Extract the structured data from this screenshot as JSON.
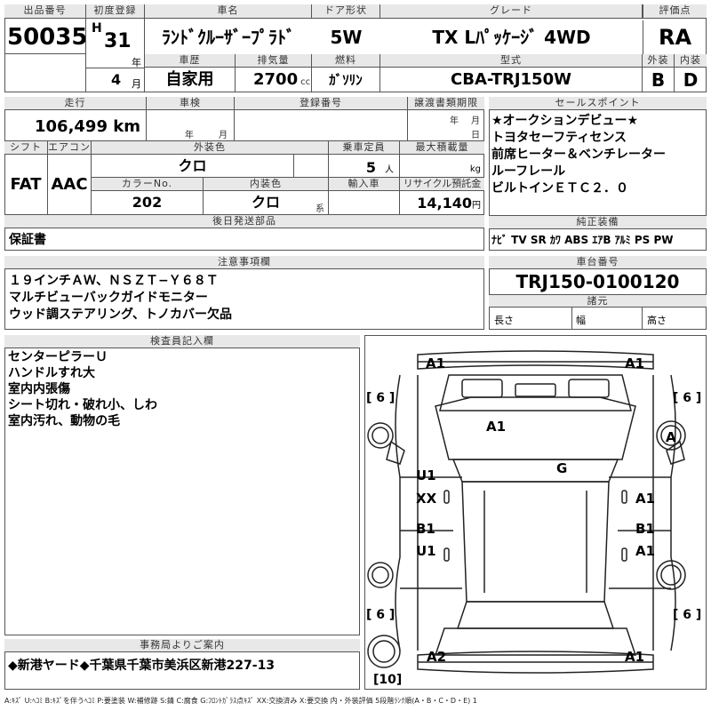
{
  "header": {
    "lot_label": "出品番号",
    "lot_value": "50035",
    "reg_label": "初度登録",
    "era": "H",
    "year": "31",
    "year_unit": "年",
    "month": "4",
    "month_unit": "月",
    "name_label": "車名",
    "name_value": "ﾗﾝﾄﾞｸﾙｰｻﾞｰﾌﾟﾗﾄﾞ",
    "door_label": "ドア形状",
    "door_value": "5W",
    "grade_label": "グレード",
    "grade_value": "TX Lﾊﾟｯｹｰｼﾞ 4WD",
    "score_label": "評価点",
    "score_value": "RA",
    "history_label": "車歴",
    "history_value": "自家用",
    "disp_label": "排気量",
    "disp_value": "2700",
    "disp_unit": "cc",
    "fuel_label": "燃料",
    "fuel_value": "ｶﾞｿﾘﾝ",
    "model_label": "型式",
    "model_value": "CBA-TRJ150W",
    "ext_label": "外装",
    "ext_value": "B",
    "int_label": "内装",
    "int_value": "D"
  },
  "row2": {
    "mileage_label": "走行",
    "mileage_value": "106,499",
    "mileage_unit": "km",
    "inspection_label": "車検",
    "insp_year": "年",
    "insp_month": "月",
    "regno_label": "登録番号",
    "transfer_label": "譲渡書類期限",
    "transfer_day": "日",
    "shift_label": "シフト",
    "shift_value": "FAT",
    "ac_label": "エアコン",
    "ac_value": "AAC",
    "color_label": "外装色",
    "color_value": "クロ",
    "capacity_label": "乗車定員",
    "capacity_value": "5",
    "capacity_unit": "人",
    "load_label": "最大積載量",
    "load_unit": "kg",
    "colorno_label": "カラーNo.",
    "colorno_value": "202",
    "intcolor_label": "内装色",
    "intcolor_value": "クロ",
    "intcolor_unit": "系",
    "import_label": "輸入車",
    "recycle_label": "リサイクル預託金",
    "recycle_value": "14,140",
    "recycle_unit": "円",
    "later_label": "後日発送部品",
    "later_value": "保証書"
  },
  "sales": {
    "label": "セールスポイント",
    "items": [
      "★オークションデビュー★",
      "トヨタセーフティセンス",
      "前席ヒーター＆ベンチレーター",
      "ルーフレール",
      "ビルトインＥＴＣ２．０"
    ]
  },
  "equip": {
    "label": "純正装備",
    "value": "ﾅﾋﾞ TV SR ｶﾜ ABS ｴｱB ｱﾙﾐ PS PW"
  },
  "notes": {
    "label": "注意事項欄",
    "items": [
      "１９インチＡＷ、ＮＳＺＴ−Ｙ６８Ｔ",
      "マルチビューバックガイドモニター",
      "ウッド調ステアリング、トノカバー欠品"
    ]
  },
  "chassis": {
    "label": "車台番号",
    "value": "TRJ150-0100120",
    "spec_label": "諸元",
    "len_label": "長さ",
    "wid_label": "幅",
    "hgt_label": "高さ"
  },
  "inspector": {
    "label": "検査員記入欄",
    "items": [
      "センターピラーＵ",
      "ハンドルすれ大",
      "室内内張傷",
      "シート切れ・破れ小、しわ",
      "室内汚れ、動物の毛"
    ]
  },
  "office": {
    "label": "事務局よりご案内",
    "value": "◆新港ヤード◆千葉県千葉市美浜区新港227-13"
  },
  "diagram": {
    "marks": {
      "fl": "A1",
      "fr": "A1",
      "hood": "A1",
      "roof": "G",
      "wheel_fr": "A",
      "ld1": "U1",
      "ld2": "XX",
      "lr1": "B1",
      "lr2": "U1",
      "rd1": "A1",
      "rr1": "B1",
      "rr2": "A1",
      "bl": "A2",
      "br": "A1"
    },
    "brackets": {
      "tl": "[ 6 ]",
      "tr": "[ 6 ]",
      "bl": "[ 6 ]",
      "br": "[ 6 ]",
      "spare": "[10]"
    }
  },
  "legend": "A:ｷｽﾞ U:ﾍｺﾐ B:ｷｽﾞを伴うﾍｺﾐ P:要塗装 W:補修跡 S:錆 C:腐食 G:ﾌﾛﾝﾄｶﾞﾗｽ点ｷｽﾞ XX:交換済み X:要交換 内・外装評価 5段階ﾗﾝｸ順(A・B・C・D・E) 1"
}
